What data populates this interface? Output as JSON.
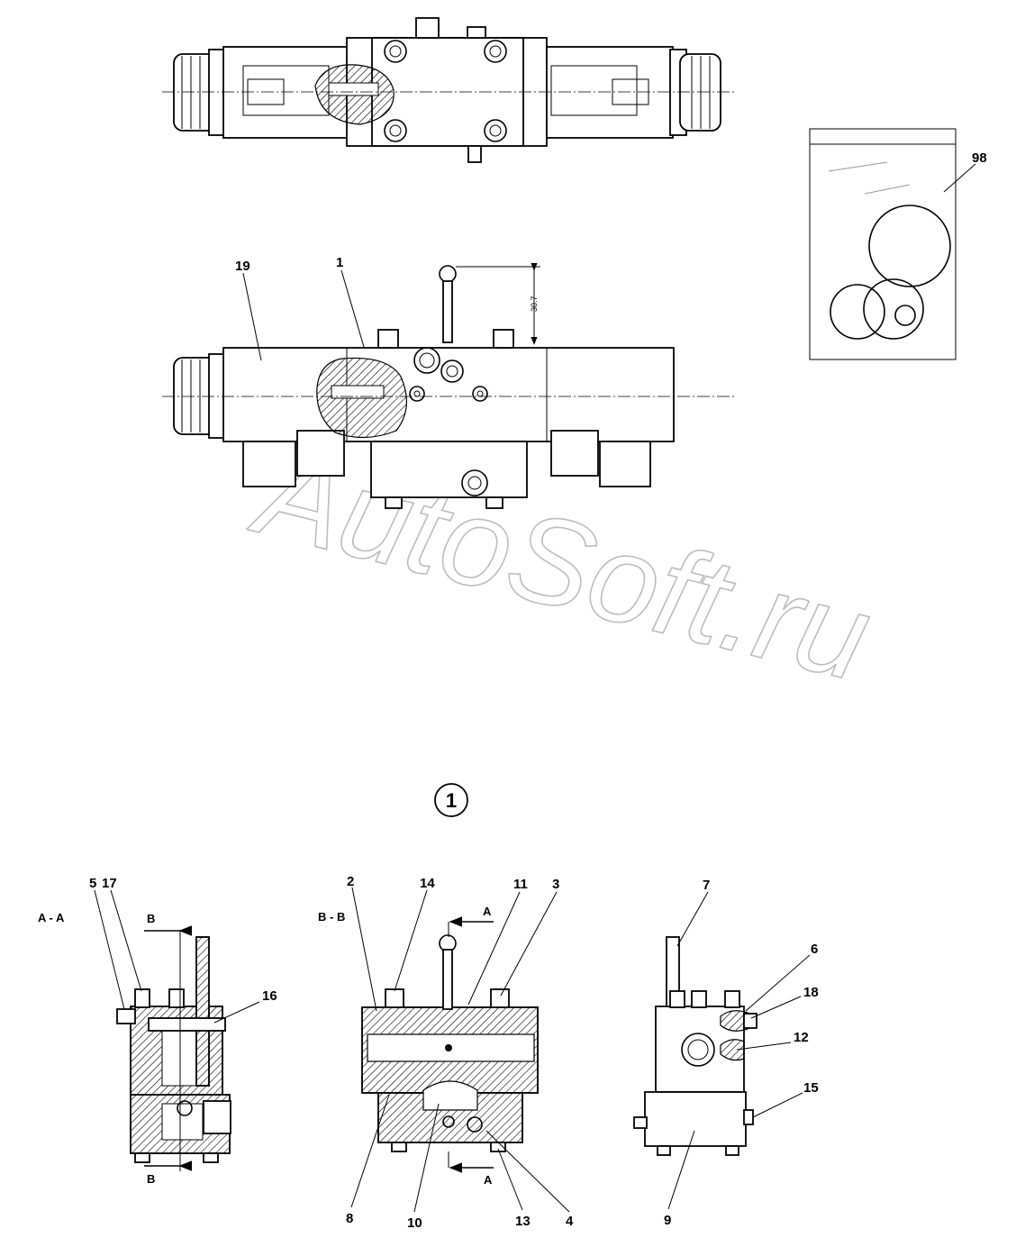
{
  "callouts": {
    "c19": "19",
    "c1": "1",
    "c98": "98",
    "c5": "5",
    "c17": "17",
    "c16": "16",
    "c2": "2",
    "c14": "14",
    "c11": "11",
    "c3": "3",
    "c7": "7",
    "c6": "6",
    "c18": "18",
    "c12": "12",
    "c15": "15",
    "c8": "8",
    "c10": "10",
    "c13": "13",
    "c4": "4",
    "c9": "9"
  },
  "dimension": "30.7",
  "assembly_number": "1",
  "sections": {
    "aa_title": "A - A",
    "bb_title": "B - B",
    "arrow_b_top": "B",
    "arrow_b_bottom": "B",
    "arrow_a_top": "A",
    "arrow_a_bottom": "A"
  },
  "watermark": "AutoSoft.ru",
  "colors": {
    "line": "#000000",
    "watermark": "#b5b5b5",
    "background": "#ffffff"
  }
}
